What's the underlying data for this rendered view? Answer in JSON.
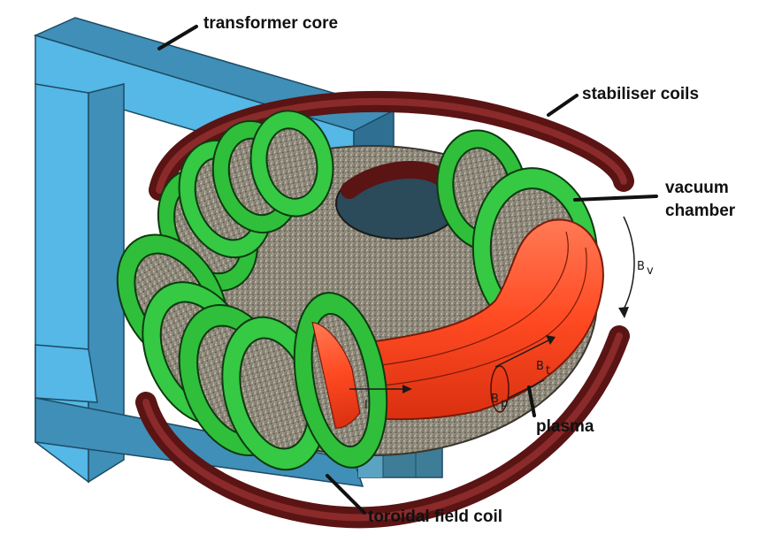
{
  "labels": {
    "transformer_core": "transformer core",
    "stabiliser_coils": "stabiliser coils",
    "vacuum_line1": "vacuum",
    "vacuum_line2": "chamber",
    "plasma": "plasma",
    "toroidal_field_coil": "toroidal field coil"
  },
  "symbols": {
    "current": "I",
    "b_vertical": "B",
    "b_vertical_sub": "v",
    "b_toroidal": "B",
    "b_toroidal_sub": "t",
    "b_poloidal": "B",
    "b_poloidal_sub": "p"
  },
  "colors": {
    "transformer_core": "#4fb3e0",
    "stabiliser_coils": "#5a1414",
    "toroidal_coils": "#2fbf3a",
    "vacuum_chamber": "#8f8a7e",
    "plasma": "#ff4a22"
  }
}
